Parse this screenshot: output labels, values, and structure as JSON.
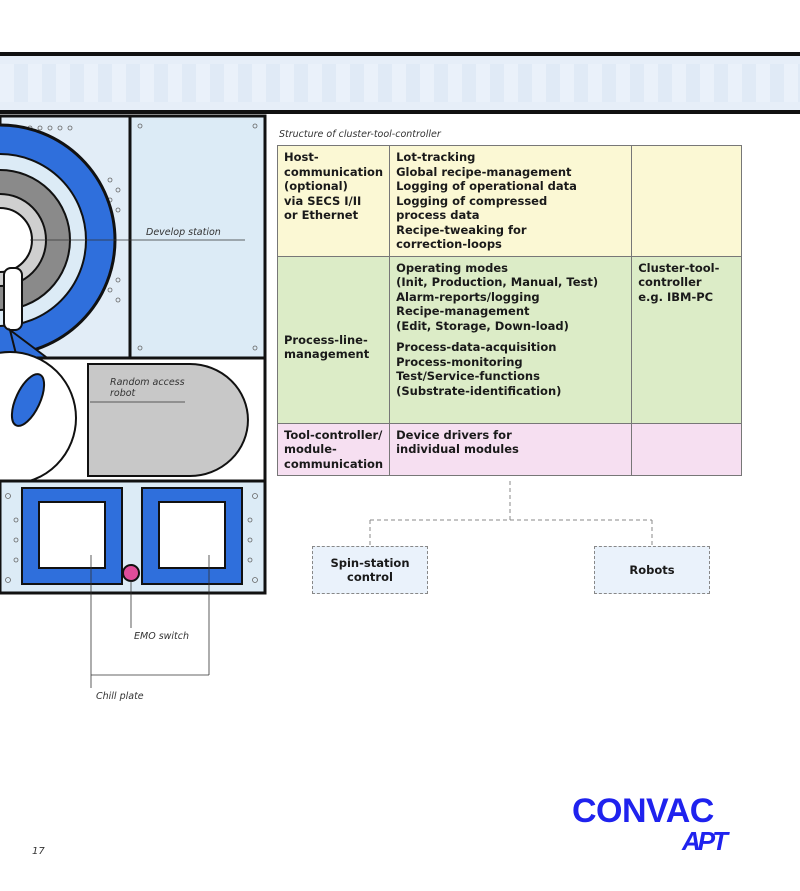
{
  "diagram": {
    "caption": "Structure of cluster-tool-controller",
    "labels": {
      "develop_station": "Develop station",
      "random_access_robot": "Random access\nrobot",
      "emo_switch": "EMO switch",
      "chill_plate": "Chill plate"
    }
  },
  "table": {
    "row1": {
      "layer": "Host-\ncommunication\n(optional)\nvia SECS I/II\nor Ethernet",
      "functions": "Lot-tracking\nGlobal recipe-management\nLogging of operational data\nLogging of compressed\nprocess data\nRecipe-tweaking for\ncorrection-loops",
      "platform": ""
    },
    "row2": {
      "layer": "Process-line-\nmanagement",
      "functions_a": "Operating modes\n(Init, Production, Manual, Test)\nAlarm-reports/logging\nRecipe-management\n(Edit, Storage, Down-load)",
      "functions_b": "Process-data-acquisition\nProcess-monitoring\nTest/Service-functions\n(Substrate-identification)",
      "platform": "Cluster-tool-\ncontroller\ne.g. IBM-PC"
    },
    "row3": {
      "layer": "Tool-controller/\nmodule-\ncommunication",
      "functions": "Device drivers for\nindividual modules",
      "platform": ""
    }
  },
  "modules": {
    "spin_station": "Spin-station\ncontrol",
    "robots": "Robots"
  },
  "footer": {
    "page_number": "17",
    "logo_main": "CONVAC",
    "logo_sub": "APT"
  },
  "colors": {
    "machine_blue": "#2f6fdc",
    "panel_bg": "#dcebf6",
    "host_row": "#fbf8d4",
    "process_row": "#dcecc7",
    "tool_row": "#f6dff1",
    "logo_blue": "#1f22ee",
    "emo_pink": "#e04c9a"
  }
}
